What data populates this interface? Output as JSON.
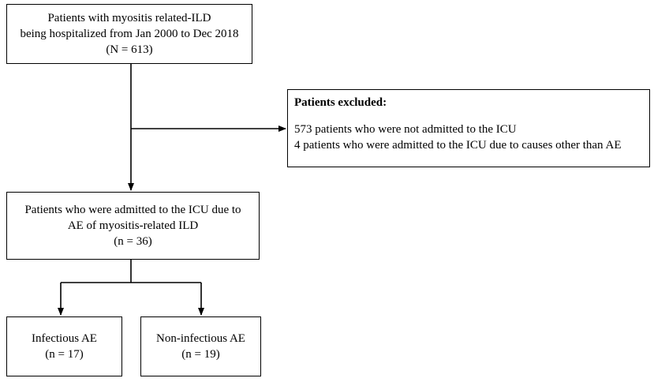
{
  "total_box": {
    "line1": "Patients with myositis related-ILD",
    "line2": "being hospitalized from Jan 2000 to Dec 2018",
    "line3": "(N = 613)"
  },
  "excluded_box": {
    "title": "Patients excluded:",
    "line1": "573 patients who were not admitted to the ICU",
    "line2": "4 patients who were admitted to the ICU due to causes other than AE"
  },
  "icu_box": {
    "line1": "Patients who were admitted to the ICU due to",
    "line2": "AE of myositis-related ILD",
    "line3": "(n = 36)"
  },
  "infectious_box": {
    "line1": "Infectious AE",
    "line2": "(n = 17)"
  },
  "noninfectious_box": {
    "line1": "Non-infectious AE",
    "line2": "(n = 19)"
  }
}
